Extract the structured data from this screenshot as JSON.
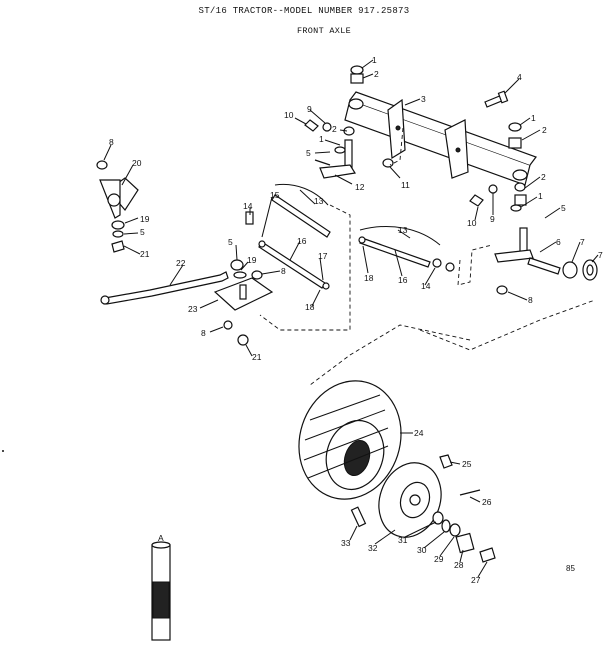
{
  "header": {
    "title": "ST/16 TRACTOR--MODEL NUMBER 917.25873",
    "subtitle": "FRONT AXLE"
  },
  "page_number": "85",
  "inset_label": "A",
  "callouts": [
    "1",
    "2",
    "3",
    "4",
    "1",
    "2",
    "9",
    "10",
    "2",
    "1",
    "5",
    "11",
    "12",
    "8",
    "20",
    "19",
    "5",
    "21",
    "14",
    "15",
    "5",
    "19",
    "8",
    "16",
    "17",
    "18",
    "22",
    "23",
    "8",
    "21",
    "13",
    "13",
    "18",
    "16",
    "14",
    "10",
    "9",
    "2",
    "1",
    "5",
    "6",
    "7",
    "7",
    "8",
    "24",
    "25",
    "26",
    "33",
    "32",
    "31",
    "30",
    "29",
    "28",
    "27"
  ]
}
